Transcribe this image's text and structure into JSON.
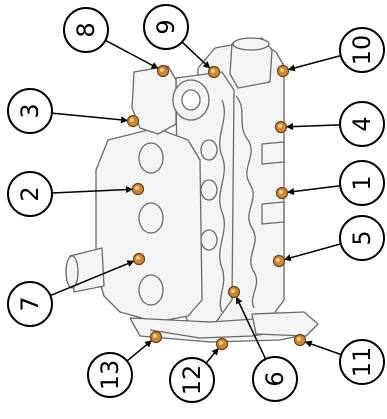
{
  "callouts": [
    {
      "label": "8"
    },
    {
      "label": "9"
    },
    {
      "label": "10"
    },
    {
      "label": "3"
    },
    {
      "label": "4"
    },
    {
      "label": "2"
    },
    {
      "label": "1"
    },
    {
      "label": "5"
    },
    {
      "label": "7"
    },
    {
      "label": "13"
    },
    {
      "label": "12"
    },
    {
      "label": "6"
    },
    {
      "label": "11"
    }
  ],
  "colors": {
    "line": "#000000",
    "engine_fill": "#f4f4f4",
    "engine_stroke": "#6a6a6a",
    "bolt_fill": "#c98a3a",
    "bolt_stroke": "#6b4317"
  }
}
